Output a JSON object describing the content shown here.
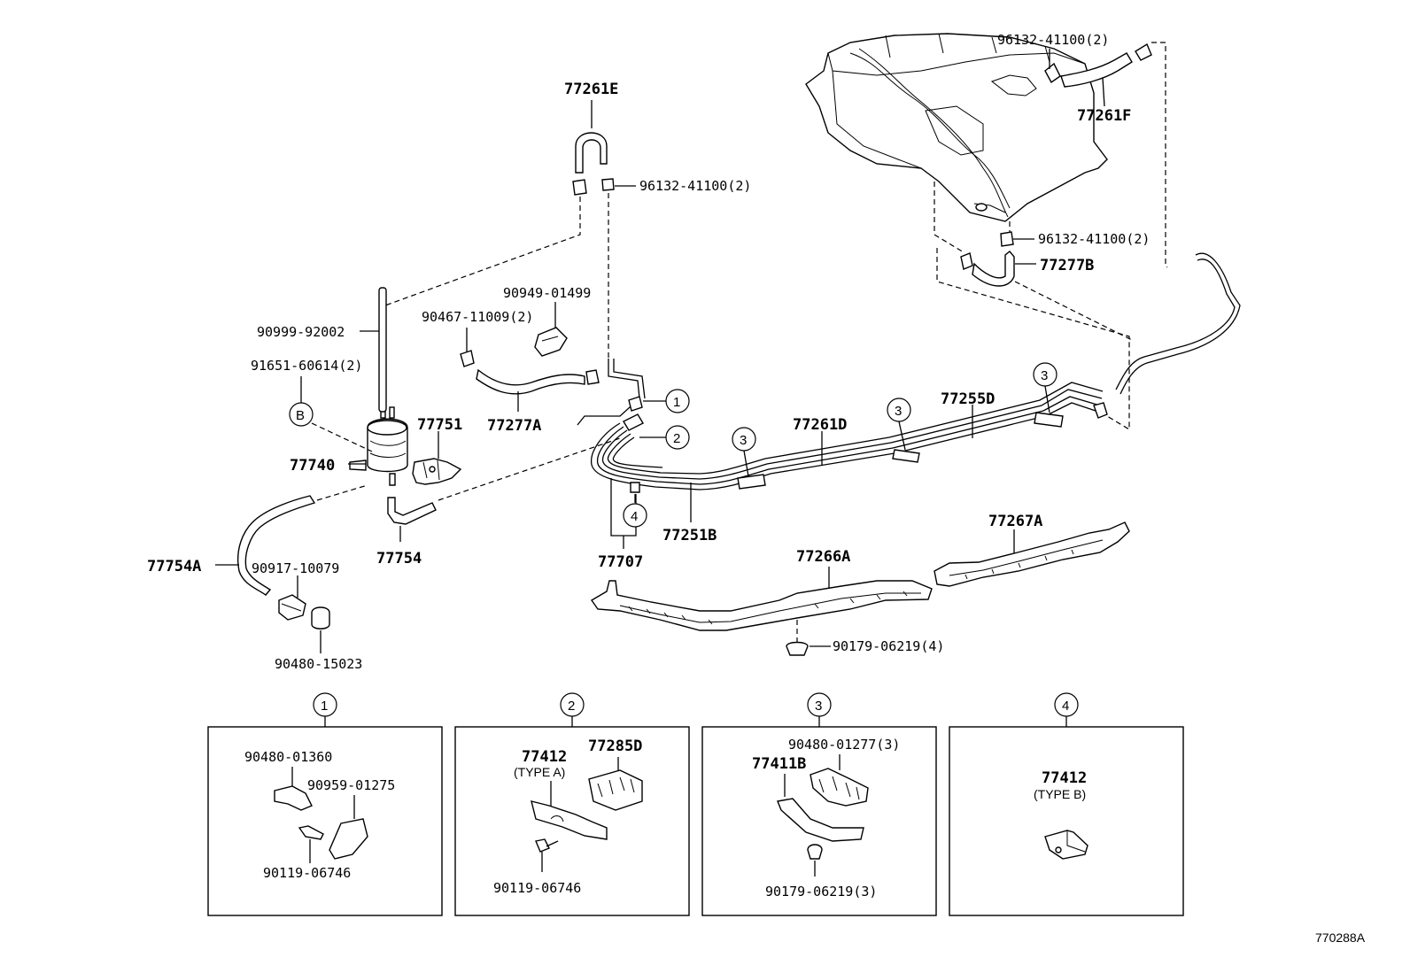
{
  "diagram_id": "770288A",
  "labels": {
    "p77261E": "77261E",
    "p96132_top": "96132-41100(2)",
    "p96132_tank": "96132-41100(2)",
    "p96132_right": "96132-41100(2)",
    "p77261F": "77261F",
    "p77277B": "77277B",
    "p90949": "90949-01499",
    "p90467": "90467-11009(2)",
    "p90999": "90999-92002",
    "p91651": "91651-60614(2)",
    "callout_B": "B",
    "p77751": "77751",
    "p77740": "77740",
    "p77277A": "77277A",
    "p77261D": "77261D",
    "p77255D": "77255D",
    "p77251B": "77251B",
    "p77707": "77707",
    "p77754": "77754",
    "p77754A": "77754A",
    "p90917": "90917-10079",
    "p90480_15023": "90480-15023",
    "p77267A": "77267A",
    "p77266A": "77266A",
    "p90179_main": "90179-06219(4)"
  },
  "callouts": [
    "1",
    "2",
    "3",
    "3",
    "3",
    "4"
  ],
  "detail_boxes": [
    {
      "number": "1",
      "parts": [
        "90480-01360",
        "90959-01275",
        "90119-06746"
      ]
    },
    {
      "number": "2",
      "parts": [
        "77412",
        "(TYPE A)",
        "77285D",
        "90119-06746"
      ]
    },
    {
      "number": "3",
      "parts": [
        "90480-01277(3)",
        "77411B",
        "90179-06219(3)"
      ]
    },
    {
      "number": "4",
      "parts": [
        "77412",
        "(TYPE B)"
      ]
    }
  ]
}
